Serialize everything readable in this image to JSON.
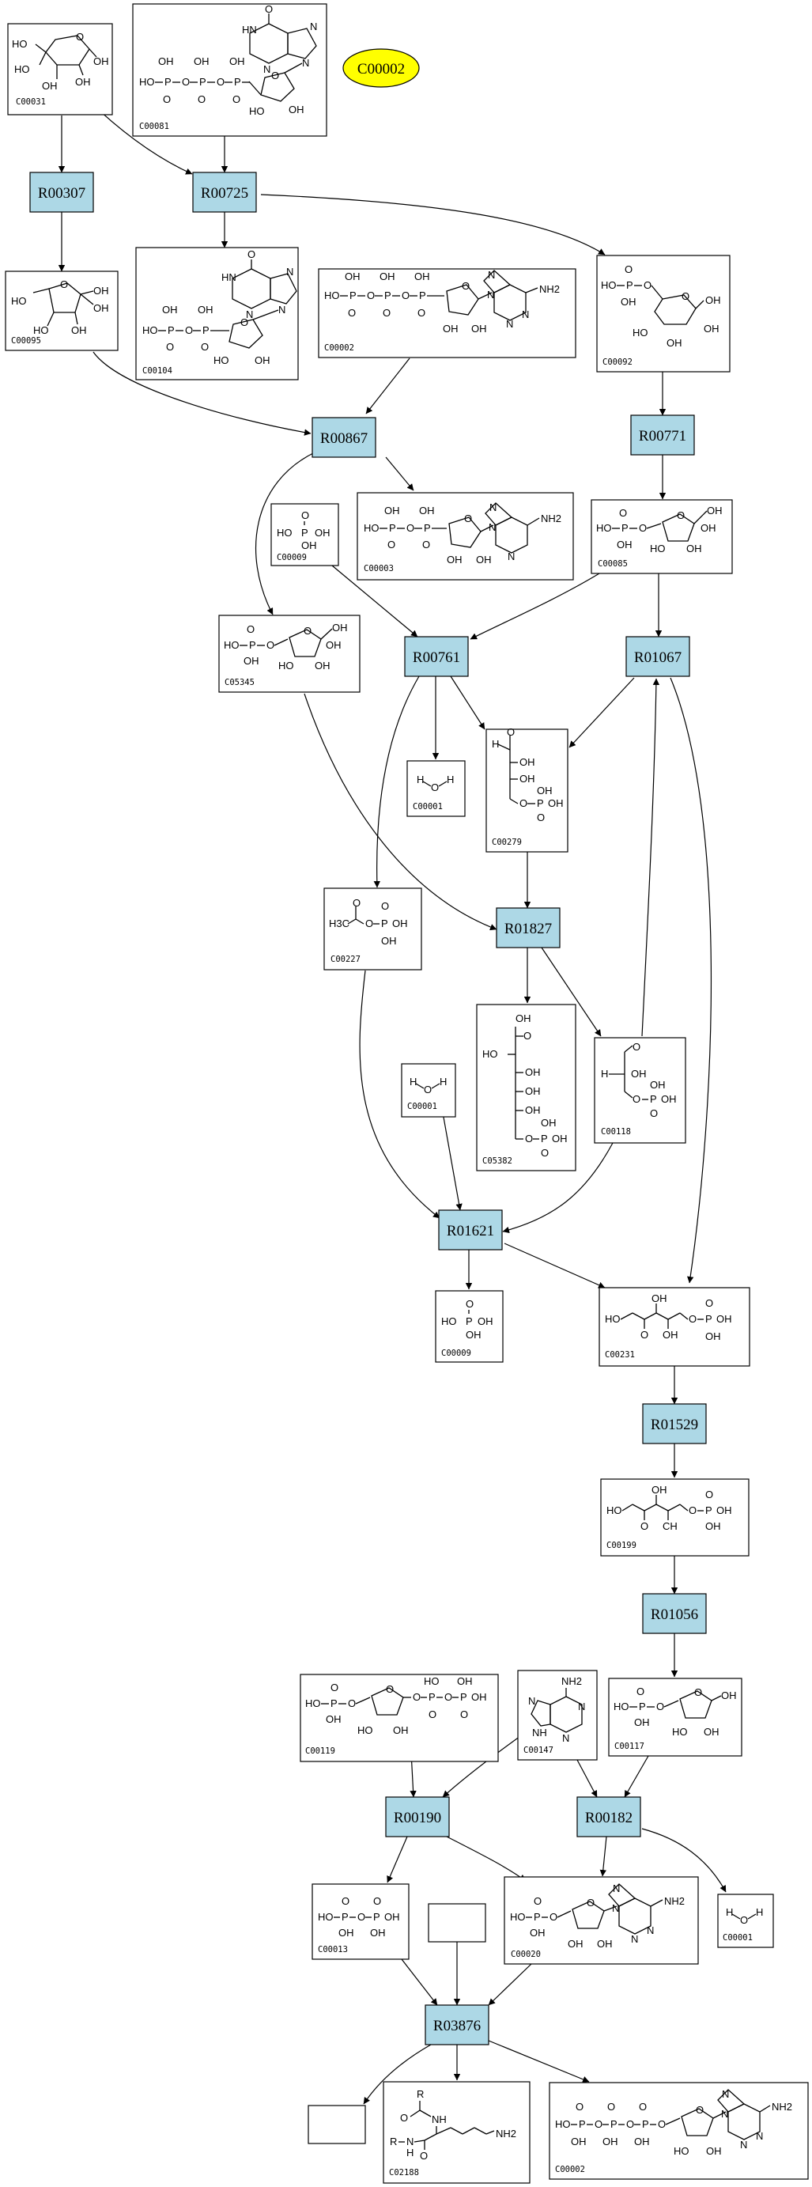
{
  "diagram": {
    "reactions": [
      "R00307",
      "R00725",
      "R00867",
      "R00771",
      "R00761",
      "R01067",
      "R01827",
      "R01621",
      "R01529",
      "R01056",
      "R00190",
      "R00182",
      "R03876"
    ],
    "compound_ids": [
      "C00031",
      "C00081",
      "C00095",
      "C00104",
      "C00002",
      "C00092",
      "C00009",
      "C00003",
      "C00085",
      "C05345",
      "C00001",
      "C00279",
      "C00227",
      "C05382",
      "C00118",
      "C00231",
      "C00199",
      "C00119",
      "C00147",
      "C00117",
      "C00013",
      "C00020",
      "C02188"
    ],
    "highlighted_compound": "C00002",
    "highlight_color": "#ffff00",
    "reaction_color": "#add8e6",
    "structure_text": {
      "oh": "OH",
      "ho": "HO",
      "o": "O",
      "p": "P",
      "n": "N",
      "nh": "NH",
      "nh2": "NH2",
      "hn": "HN",
      "h3c": "H3C",
      "h": "H",
      "r": "R",
      "c": "C",
      "ho_p": "HO-P",
      "ch": "CH"
    }
  }
}
